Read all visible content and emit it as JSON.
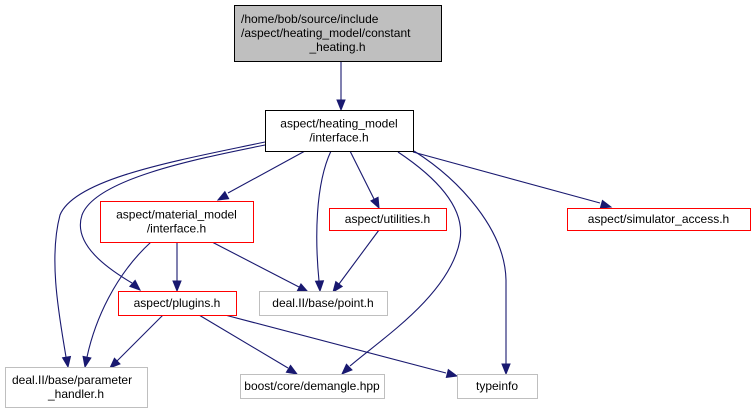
{
  "diagram": {
    "type": "include-dependency-graph",
    "colors": {
      "edge": "#191970",
      "root_fill": "#bfbfbf",
      "root_border": "#000000",
      "documented_border": "#000000",
      "has_more_border": "#ff0000",
      "external_border": "#bfbfbf"
    },
    "nodes": [
      {
        "id": "root",
        "lines": [
          "/home/bob/source/include",
          "/aspect/heating_model/constant",
          "_heating.h"
        ],
        "style": "root"
      },
      {
        "id": "heating_interface",
        "lines": [
          "aspect/heating_model",
          "/interface.h"
        ],
        "style": "documented"
      },
      {
        "id": "material_interface",
        "lines": [
          "aspect/material_model",
          "/interface.h"
        ],
        "style": "has_more"
      },
      {
        "id": "utilities",
        "lines": [
          "aspect/utilities.h"
        ],
        "style": "has_more"
      },
      {
        "id": "simulator_access",
        "lines": [
          "aspect/simulator_access.h"
        ],
        "style": "has_more"
      },
      {
        "id": "plugins",
        "lines": [
          "aspect/plugins.h"
        ],
        "style": "has_more"
      },
      {
        "id": "point",
        "lines": [
          "deal.II/base/point.h"
        ],
        "style": "external"
      },
      {
        "id": "parameter_handler",
        "lines": [
          "deal.II/base/parameter",
          "_handler.h"
        ],
        "style": "external"
      },
      {
        "id": "demangle",
        "lines": [
          "boost/core/demangle.hpp"
        ],
        "style": "external"
      },
      {
        "id": "typeinfo",
        "lines": [
          "typeinfo"
        ],
        "style": "external"
      }
    ],
    "edges": [
      {
        "from": "root",
        "to": "heating_interface"
      },
      {
        "from": "heating_interface",
        "to": "material_interface"
      },
      {
        "from": "heating_interface",
        "to": "utilities"
      },
      {
        "from": "heating_interface",
        "to": "simulator_access"
      },
      {
        "from": "heating_interface",
        "to": "plugins"
      },
      {
        "from": "heating_interface",
        "to": "point"
      },
      {
        "from": "heating_interface",
        "to": "parameter_handler"
      },
      {
        "from": "heating_interface",
        "to": "demangle"
      },
      {
        "from": "heating_interface",
        "to": "typeinfo"
      },
      {
        "from": "material_interface",
        "to": "plugins"
      },
      {
        "from": "material_interface",
        "to": "point"
      },
      {
        "from": "material_interface",
        "to": "parameter_handler"
      },
      {
        "from": "utilities",
        "to": "point"
      },
      {
        "from": "plugins",
        "to": "parameter_handler"
      },
      {
        "from": "plugins",
        "to": "demangle"
      },
      {
        "from": "plugins",
        "to": "typeinfo"
      }
    ]
  }
}
